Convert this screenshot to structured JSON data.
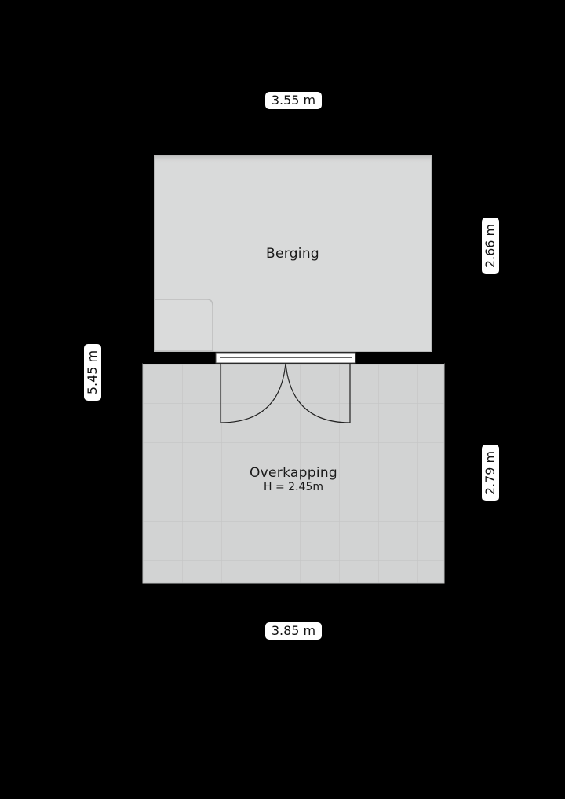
{
  "rooms": {
    "storage": {
      "name": "Berging"
    },
    "canopy": {
      "name": "Overkapping",
      "height_label": "H = 2.45m"
    }
  },
  "dimensions": {
    "top_width": "3.55 m",
    "bottom_width": "3.85 m",
    "total_depth": "5.45 m",
    "storage_depth": "2.66 m",
    "canopy_depth": "2.79 m"
  },
  "colors": {
    "background": "#000000",
    "storage_fill": "#d9dada",
    "canopy_fill": "#d2d3d3",
    "tile_line": "#c6c7c7",
    "wall": "#000000",
    "label_bg": "#ffffff"
  }
}
